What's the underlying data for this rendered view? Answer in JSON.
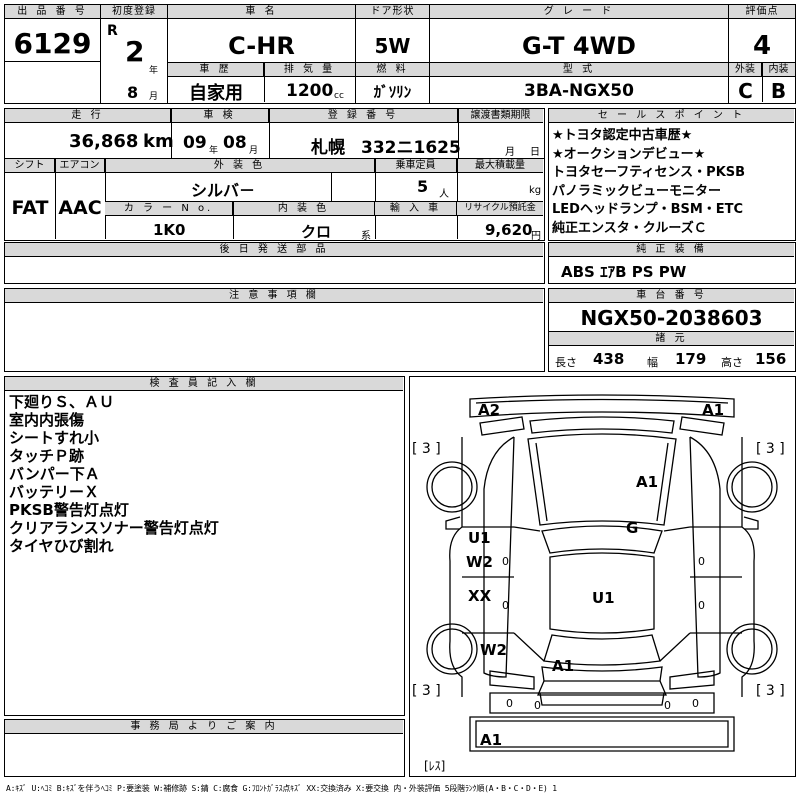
{
  "header": {
    "lot_no_label": "出 品 番 号",
    "lot_no": "6129",
    "first_reg_label": "初度登録",
    "era_letter": "R",
    "year_num": "2",
    "year_unit": "年",
    "month_num": "8",
    "month_unit": "月",
    "car_name_label": "車 名",
    "car_name": "C-HR",
    "history_label": "車 歴",
    "history": "自家用",
    "displacement_label": "排 気 量",
    "displacement": "1200",
    "displacement_unit": "cc",
    "door_label": "ドア形状",
    "door": "5W",
    "fuel_label": "燃 料",
    "fuel": "ｶﾞｿﾘﾝ",
    "grade_label": "グ レ ー ド",
    "grade": "G-T 4WD",
    "model_label": "型 式",
    "model": "3BA-NGX50",
    "score_label": "評価点",
    "score": "4",
    "exterior_label": "外装",
    "interior_label": "内装",
    "exterior_grade": "C",
    "interior_grade": "B"
  },
  "row2": {
    "mileage_label": "走 行",
    "mileage": "36,868",
    "mileage_unit": "km",
    "inspection_label": "車 検",
    "inspection_year": "09",
    "inspection_year_unit": "年",
    "inspection_month": "08",
    "inspection_month_unit": "月",
    "plate_label": "登 録 番 号",
    "plate_region": "札幌",
    "plate_number": "332ニ1625",
    "transfer_label": "譲渡書類期限",
    "transfer_month_unit": "月",
    "transfer_day_unit": "日"
  },
  "row3": {
    "shift_label": "シフト",
    "shift": "FAT",
    "ac_label": "エアコン",
    "ac": "AAC",
    "ext_color_label": "外 装 色",
    "ext_color": "シルバ－",
    "capacity_label": "乗車定員",
    "capacity": "5",
    "capacity_unit": "人",
    "payload_label": "最大積載量",
    "payload_unit": "kg",
    "color_no_label": "カ ラ ー N o.",
    "color_no": "1K0",
    "int_color_label": "内 装 色",
    "int_color": "クロ",
    "int_color_unit": "系",
    "import_label": "輸 入 車",
    "recycle_label": "リサイクル預託金",
    "recycle": "9,620",
    "recycle_unit": "円"
  },
  "later_parts_label": "後 日 発 送 部 品",
  "notes_label": "注 意 事 項 欄",
  "selling_points": {
    "label": "セ ー ル ス ポ イ ン ト",
    "items": [
      "★トヨタ認定中古車歴★",
      "★オークションデビュー★",
      "トヨタセーフティセンス・PKSB",
      "パノラミックビューモニター",
      "LEDヘッドランプ・BSM・ETC",
      "純正エンスタ・クルーズＣ"
    ]
  },
  "genuine_equipment": {
    "label": "純 正 装 備",
    "value": "ABS ｴｱB PS PW"
  },
  "chassis": {
    "label": "車 台 番 号",
    "value": "NGX50-2038603"
  },
  "dimensions": {
    "label": "諸 元",
    "length_label": "長さ",
    "length": "438",
    "width_label": "幅",
    "width": "179",
    "height_label": "高さ",
    "height": "156"
  },
  "inspector": {
    "label": "検 査 員 記 入 欄",
    "items": [
      "下廻りＳ、ＡＵ",
      "室内内張傷",
      "シートすれ小",
      "タッチＰ跡",
      "バンパー下Ａ",
      "バッテリーＸ",
      "PKSB警告灯点灯",
      "クリアランスソナー警告灯点灯",
      "タイヤひび割れ"
    ]
  },
  "office_label": "事 務 局 よ り ご 案 内",
  "diagram": {
    "tire_marks": [
      "[ 3 ]",
      "[ 3 ]",
      "[ 3 ]",
      "[ 3 ]"
    ],
    "marks": {
      "front_bumper_left": "A2",
      "front_bumper_right": "A1",
      "hood": "A1",
      "windshield": "G",
      "front_door_1": "U1",
      "front_door_2": "W2",
      "rear_door": "XX",
      "rear_fender": "W2",
      "roof": "U1",
      "rear": "A1",
      "rear_bumper": "A1"
    },
    "zeros": [
      "0",
      "0",
      "0",
      "0",
      "0",
      "0",
      "0",
      "0"
    ],
    "less_label": "[ﾚｽ]"
  },
  "legend": "A:ｷｽﾞ U:ﾍｺﾐ B:ｷｽﾞを伴うﾍｺﾐ P:要塗装 W:補修跡 S:錆 C:腐食 G:ﾌﾛﾝﾄｶﾞﾗｽ点ｷｽﾞ XX:交換済み X:要交換 内・外装評価 5段階ﾗﾝｸ順(A・B・C・D・E) 1"
}
